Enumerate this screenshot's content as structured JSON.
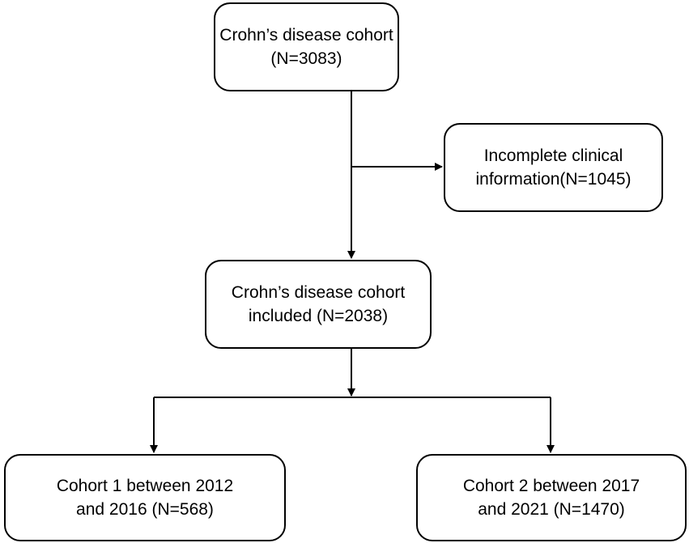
{
  "diagram": {
    "nodes": {
      "main": {
        "line1": "Crohn’s disease cohort",
        "line2": "(N=3083)"
      },
      "excluded": {
        "line1": "Incomplete clinical",
        "line2": "information(N=1045)"
      },
      "included": {
        "line1": "Crohn’s disease cohort",
        "line2": "included (N=2038)"
      },
      "cohort1": {
        "line1": "Cohort 1 between 2012",
        "line2": "and 2016 (N=568)"
      },
      "cohort2": {
        "line1": "Cohort 2 between 2017",
        "line2": "and 2021 (N=1470)"
      }
    },
    "edges": [
      {
        "from": "main",
        "to": "included"
      },
      {
        "from": "main",
        "to": "excluded"
      },
      {
        "from": "included",
        "to": "cohort1"
      },
      {
        "from": "included",
        "to": "cohort2"
      }
    ],
    "colors": {
      "stroke": "#000000",
      "background": "#ffffff"
    }
  }
}
